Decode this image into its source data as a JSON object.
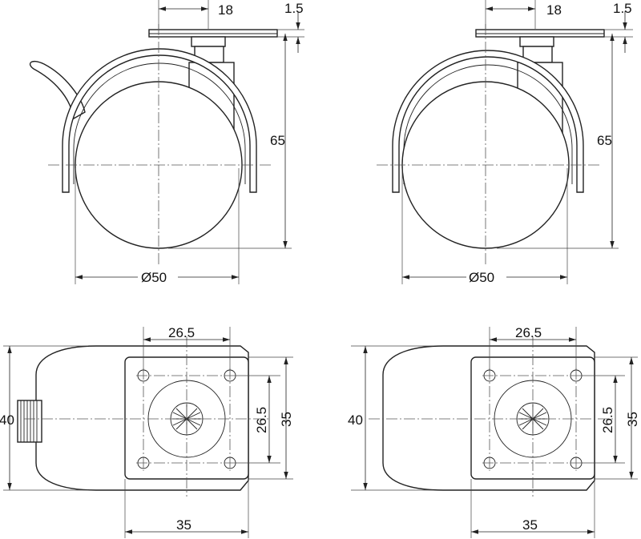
{
  "views": {
    "side_braked": {
      "dim_plate_offset": "18",
      "dim_plate_thickness": "1.5",
      "dim_height": "65",
      "dim_wheel_diameter": "Ø50"
    },
    "side_plain": {
      "dim_plate_offset": "18",
      "dim_plate_thickness": "1.5",
      "dim_height": "65",
      "dim_wheel_diameter": "Ø50"
    },
    "top_braked": {
      "dim_hole_spacing_x": "26.5",
      "dim_hole_spacing_y": "26.5",
      "dim_plate_height": "35",
      "dim_plate_width": "35",
      "dim_body_width": "40"
    },
    "top_plain": {
      "dim_hole_spacing_x": "26.5",
      "dim_hole_spacing_y": "26.5",
      "dim_plate_height": "35",
      "dim_plate_width": "35",
      "dim_body_width": "40"
    }
  }
}
